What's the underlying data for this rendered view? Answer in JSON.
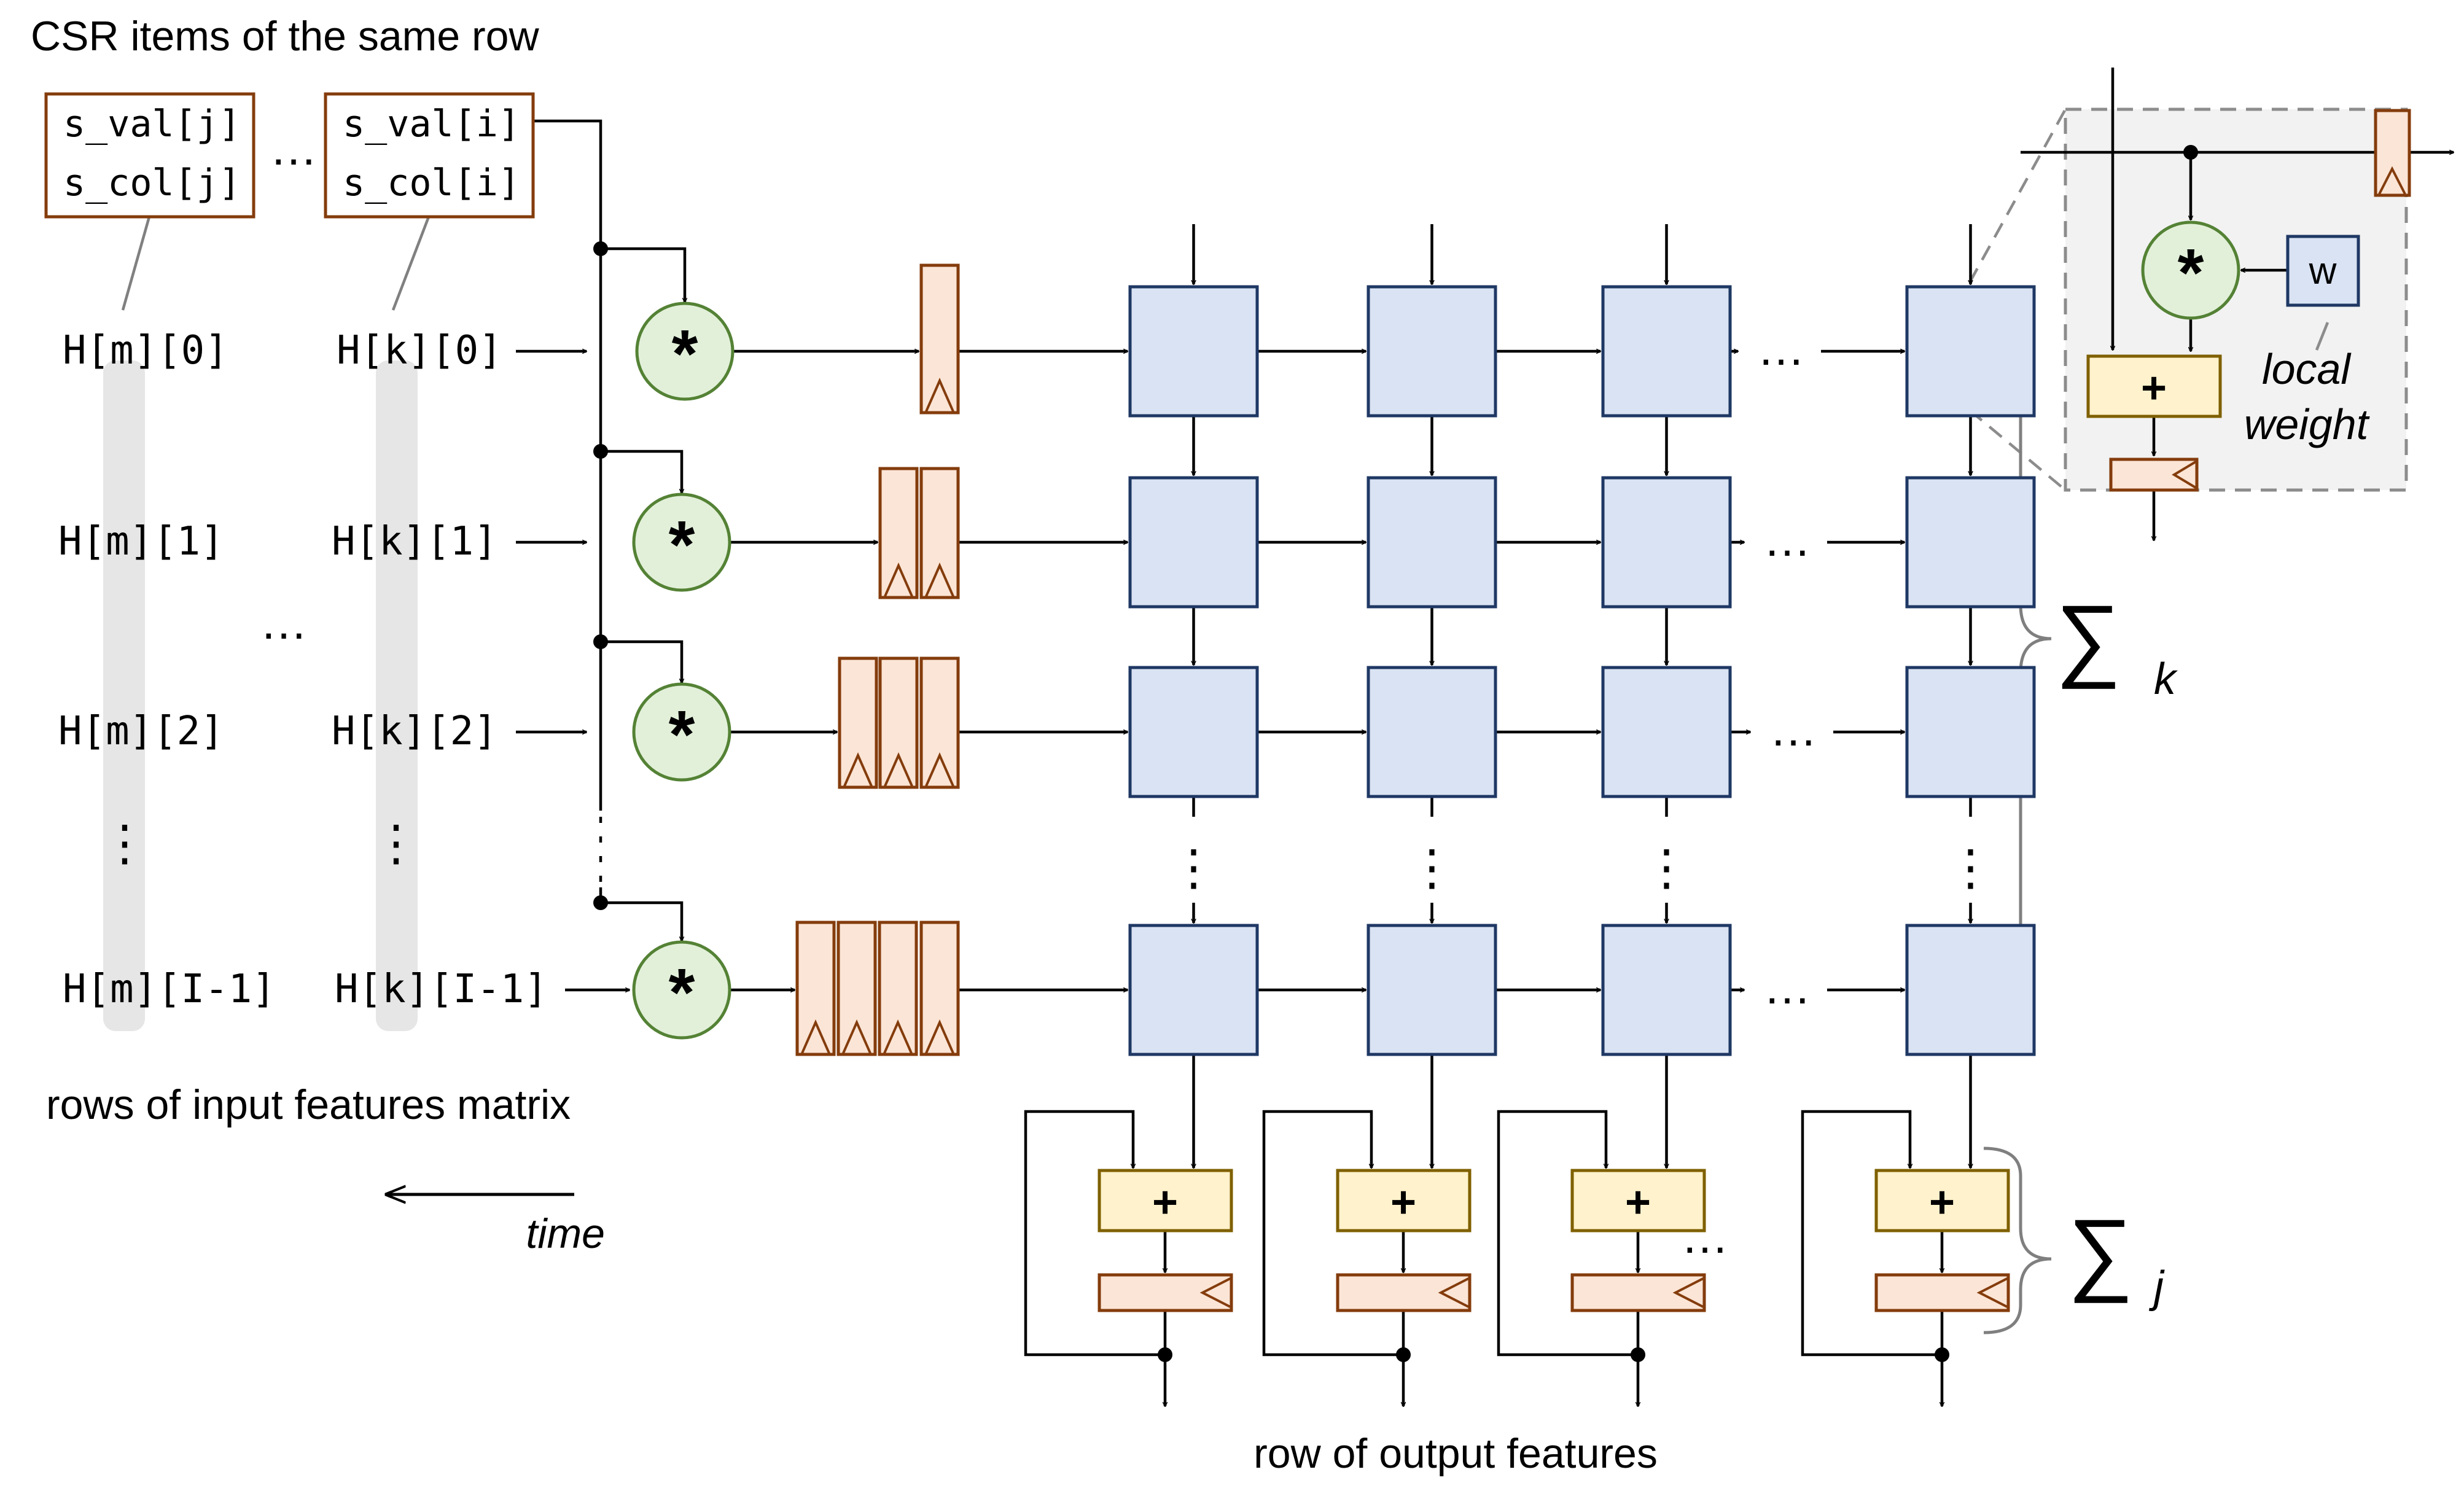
{
  "labels": {
    "csr_title": "CSR items of the same row",
    "rows_caption": "rows of input features matrix",
    "time_label": "time",
    "output_caption": "row of output features",
    "local_weight_1": "local",
    "local_weight_2": "weight",
    "w_label": "w",
    "sum_symbol": "∑",
    "sum_k_index": "k",
    "sum_j_index": "j",
    "plus": "+",
    "multiply": "*",
    "ellipsis": "…",
    "vdots": "⋮"
  },
  "csr_items": [
    {
      "val": "s_val[j]",
      "col": "s_col[j]"
    },
    {
      "val": "s_val[i]",
      "col": "s_col[i]"
    }
  ],
  "h_m": [
    "H[m][0]",
    "H[m][1]",
    "H[m][2]",
    "H[m][I-1]"
  ],
  "h_k": [
    "H[k][0]",
    "H[k][1]",
    "H[k][2]",
    "H[k][I-1]"
  ],
  "colors": {
    "pe_fill": "#dae3f3",
    "pe_stroke": "#1f3864",
    "mult_fill": "#e2f0d9",
    "mult_stroke": "#548235",
    "mult_text": "#375623",
    "adder_fill": "#fff2cc",
    "adder_stroke": "#7f6000",
    "reg_fill": "#fbe5d6",
    "reg_stroke": "#843c0c",
    "csr_stroke": "#843c0c",
    "column_band": "#e6e6e6",
    "inset_fill": "#f2f2f2",
    "grey_text": "#8c8c8c"
  }
}
